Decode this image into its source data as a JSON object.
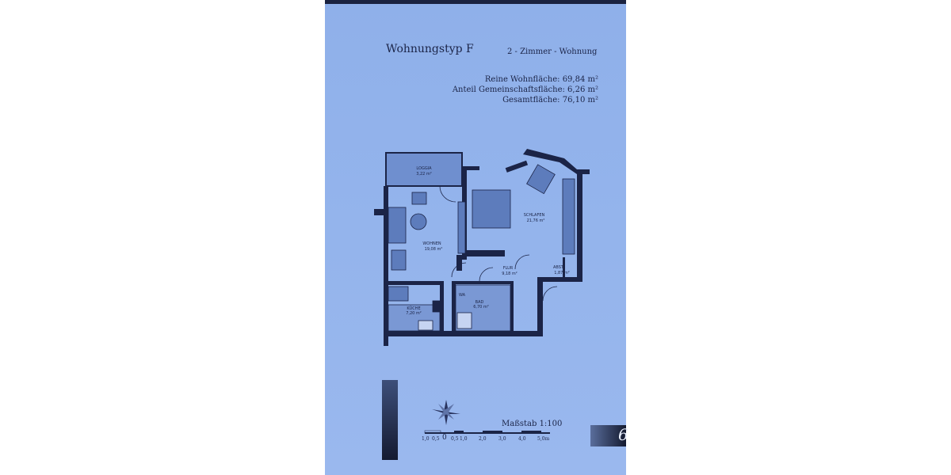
{
  "header": {
    "title": "Wohnungstyp F",
    "subtitle": "2 - Zimmer - Wohnung"
  },
  "areas": [
    {
      "label": "Reine Wohnfläche: 69,84 m²"
    },
    {
      "label": "Anteil Gemeinschaftsfläche: 6,26 m²"
    },
    {
      "label": "Gesamtfläche: 76,10 m²"
    }
  ],
  "rooms": {
    "loggia": {
      "name": "LOGGIA",
      "size": "3,22 m²"
    },
    "wohnen": {
      "name": "WOHNEN",
      "size": "19,08 m²"
    },
    "schlafen": {
      "name": "SCHLAFEN",
      "size": "21,76 m²"
    },
    "flur": {
      "name": "FLUR",
      "size": "9,18 m²"
    },
    "abst": {
      "name": "ABST.",
      "size": "1,87 m²"
    },
    "kueche": {
      "name": "KÜCHE",
      "size": "7,20 m²"
    },
    "bad": {
      "name": "BAD",
      "size": "6,70 m²"
    },
    "wa": {
      "name": "WA"
    }
  },
  "scale": {
    "label": "Maßstab 1:100",
    "ticks": [
      "1,0",
      "0,5",
      "0",
      "0,5",
      "1,0",
      "2,0",
      "3,0",
      "4,0",
      "5,0m"
    ]
  },
  "page_number": "6",
  "colors": {
    "paper": "#93b4ec",
    "ink": "#1b2447"
  }
}
